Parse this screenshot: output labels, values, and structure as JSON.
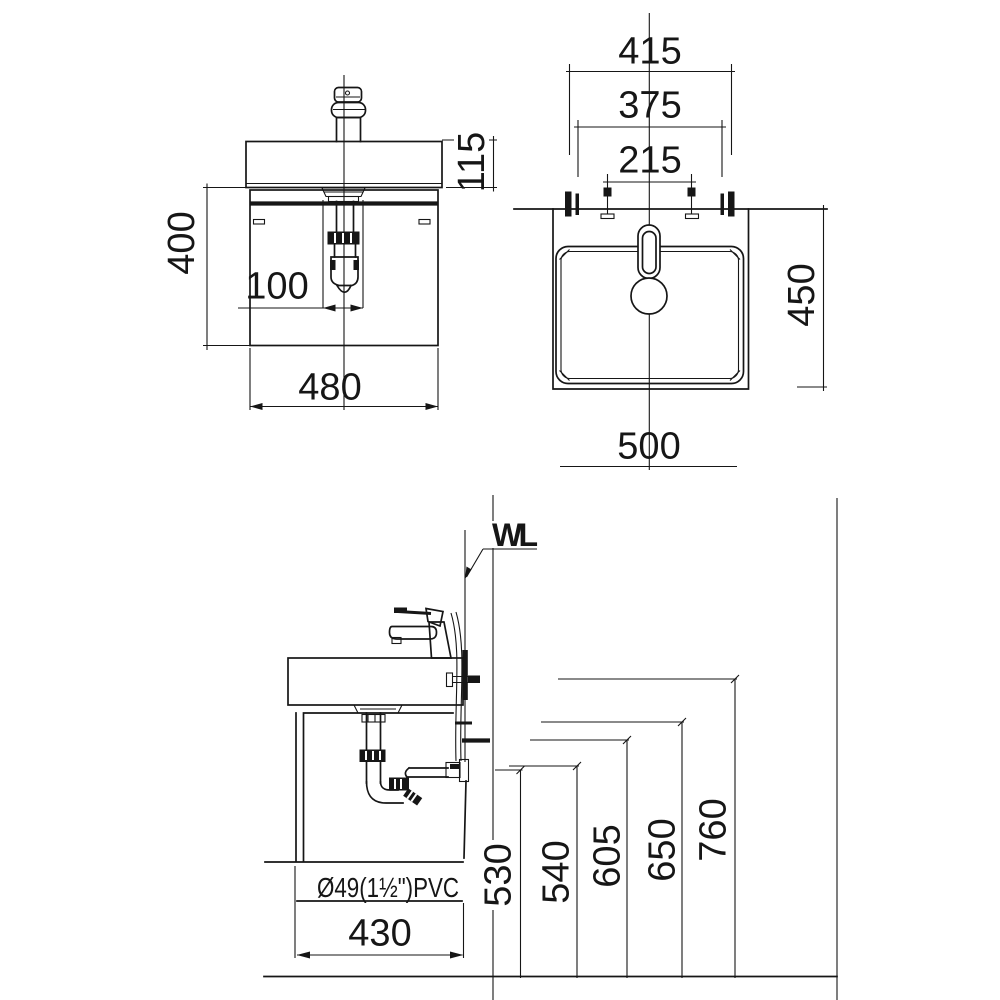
{
  "colors": {
    "line": "#161616",
    "background": "#ffffff"
  },
  "front_view": {
    "basin_height": "115",
    "below_rim_height": "400",
    "drain_offset": "100",
    "cabinet_width": "480"
  },
  "top_view": {
    "mount_bolt_span": "415",
    "hanger_span": "375",
    "faucet_hole_span": "215",
    "basin_depth": "450",
    "basin_width": "500"
  },
  "side_view": {
    "wall_line_label": "WL",
    "heights": {
      "h530": "530",
      "h540": "540",
      "h605": "605",
      "h650": "650",
      "h760": "760"
    },
    "cabinet_depth": "430",
    "drain_pipe_spec": "Ø49(1½\")PVC"
  }
}
